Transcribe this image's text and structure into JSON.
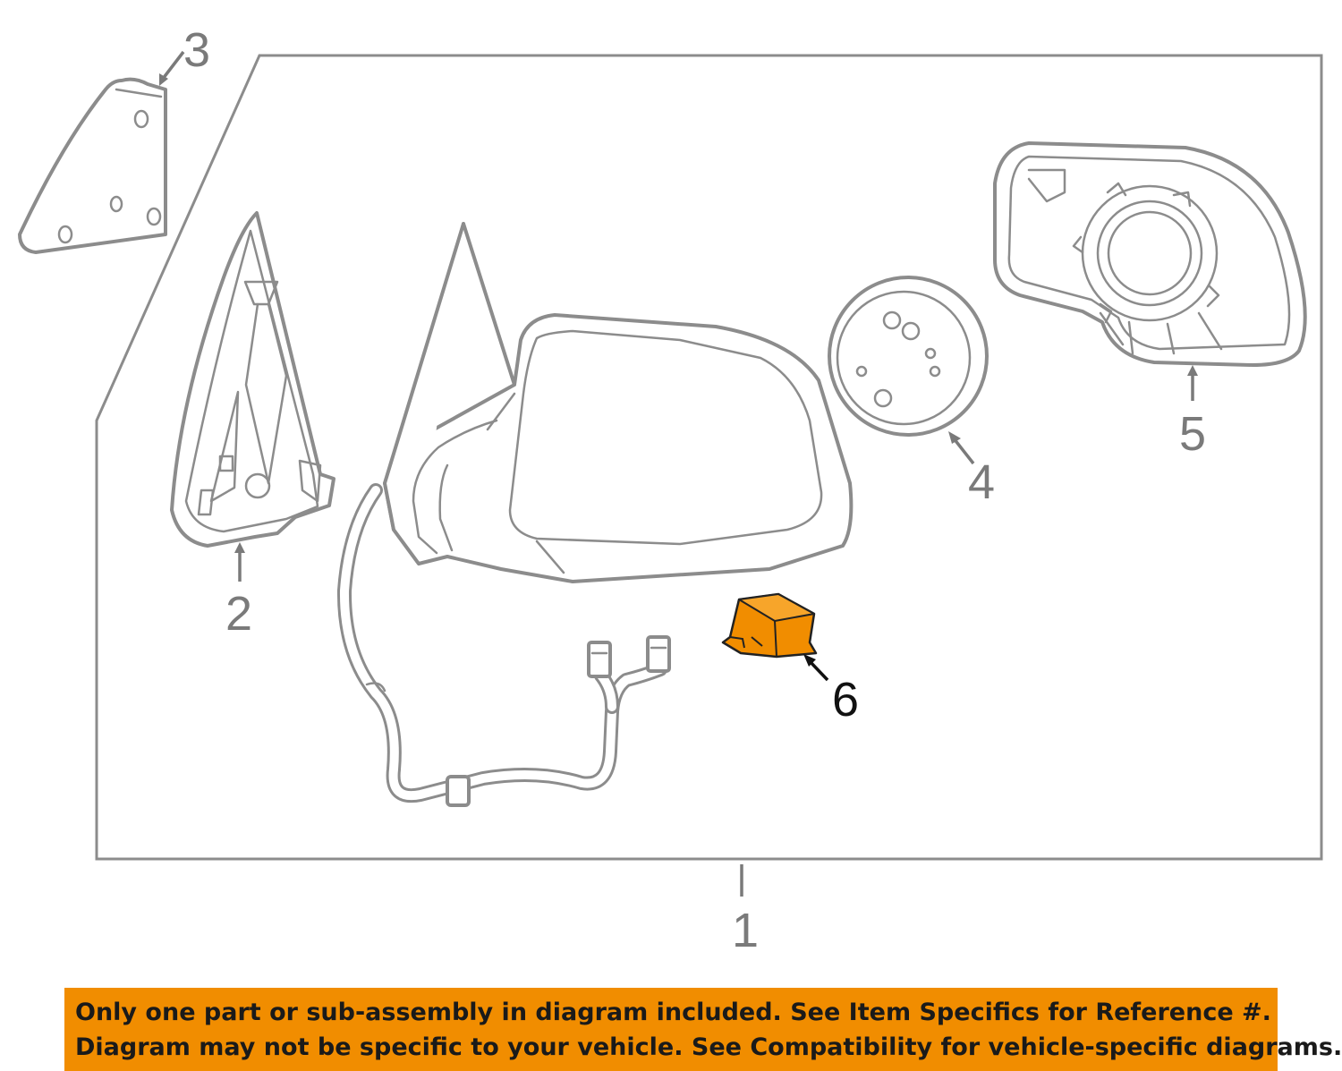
{
  "diagram": {
    "callouts": [
      {
        "id": "1",
        "label": "1"
      },
      {
        "id": "2",
        "label": "2"
      },
      {
        "id": "3",
        "label": "3"
      },
      {
        "id": "4",
        "label": "4"
      },
      {
        "id": "5",
        "label": "5"
      },
      {
        "id": "6",
        "label": "6",
        "highlighted": true
      }
    ],
    "highlight_color": "#f18d00",
    "line_color": "#8c8c8c"
  },
  "notice": {
    "line1": "Only one part or sub-assembly in diagram included. See Item Specifics for Reference #.",
    "line2": "Diagram may not be specific to your vehicle. See Compatibility for vehicle-specific diagrams.",
    "background": "#f18d00"
  }
}
